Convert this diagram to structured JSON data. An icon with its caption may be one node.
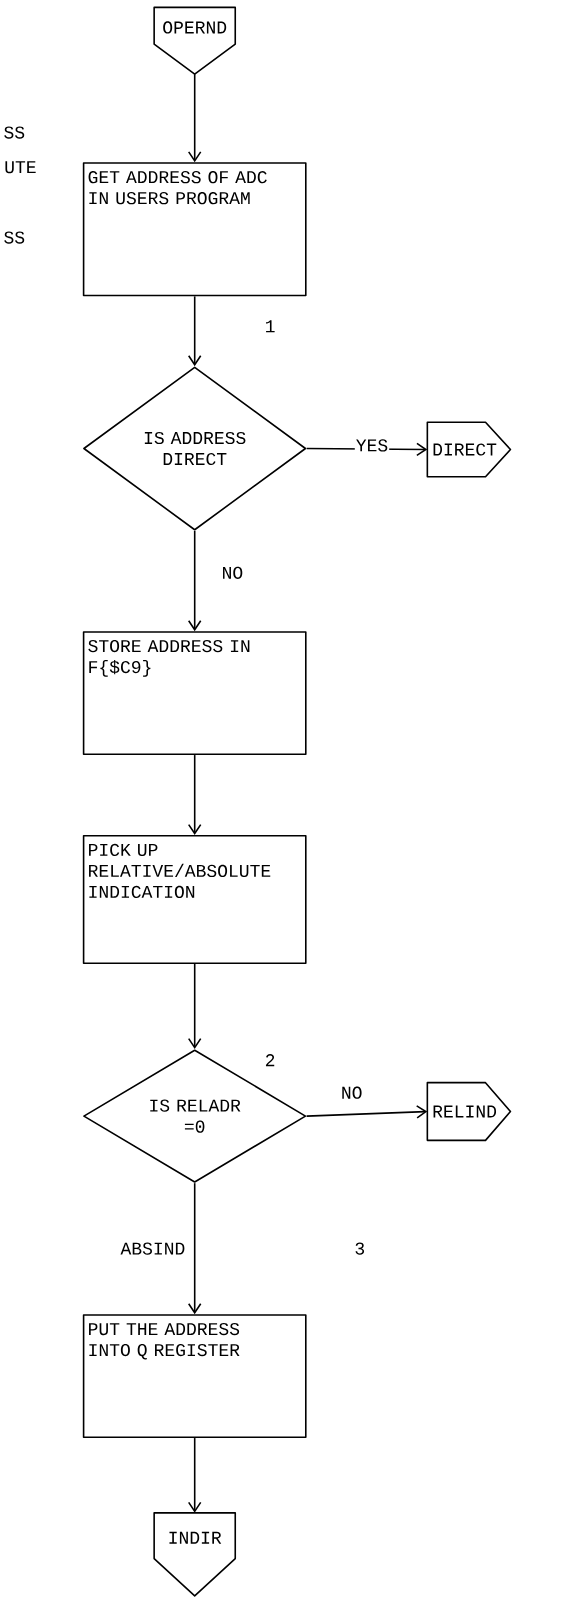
{
  "diagram": {
    "nodes": [
      {
        "text": [
          "OPERND"
        ]
      },
      {
        "text": [
          "GET ADDRESS OF ADC IN USERS PROGRAM"
        ]
      },
      {
        "text": [
          "IS ADDRESS DIRECT"
        ]
      },
      {
        "text": [
          "DIRECT"
        ]
      },
      {
        "text": [
          "STORE ADDRESS IN F{$C9}"
        ]
      },
      {
        "text": [
          "PICK UP RELATIVE/ABSOLUTE INDICATION"
        ]
      },
      {
        "text": [
          "IS RELADR =0"
        ]
      },
      {
        "text": [
          "RELIND"
        ]
      },
      {
        "text": [
          "PUT THE ADDRESS INTO Q REGISTER"
        ]
      },
      {
        "text": [
          "INDIR"
        ]
      }
    ],
    "edges": [
      {
        "from": 0,
        "to": 1,
        "arrow": "to"
      },
      {
        "from": 1,
        "to": 2,
        "arrow": "to"
      },
      {
        "from": 2,
        "to": 3,
        "arrow": "to",
        "label": "YES"
      },
      {
        "from": 2,
        "to": 4,
        "arrow": "to",
        "label": "NO"
      },
      {
        "from": 4,
        "to": 5,
        "arrow": "to"
      },
      {
        "from": 5,
        "to": 6,
        "arrow": "to"
      },
      {
        "from": 6,
        "to": 7,
        "arrow": "to",
        "label": "NO"
      },
      {
        "from": 6,
        "to": 8,
        "arrow": "to",
        "label": "ABSIND"
      },
      {
        "from": 8,
        "to": 9,
        "arrow": "to"
      }
    ],
    "labels": [
      "SS",
      "UTE",
      "SS",
      "1",
      "2",
      "3"
    ]
  }
}
